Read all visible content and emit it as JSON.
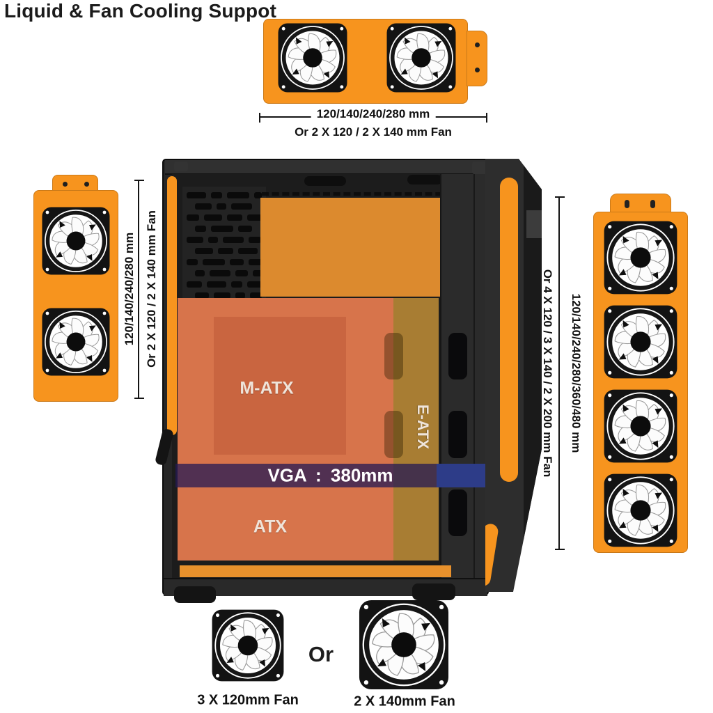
{
  "title": "Liquid & Fan Cooling Suppot",
  "top_radiator": {
    "dim_label": "120/140/240/280 mm",
    "alt_label": "Or 2 X 120 / 2 X 140 mm Fan"
  },
  "left_radiator": {
    "dim_label": "120/140/240/280 mm",
    "alt_label": "Or 2 X 120 / 2 X 140 mm Fan"
  },
  "right_radiator": {
    "dim_label": "120/140/240/280/360/480 mm",
    "alt_label": "Or 4 X 120 / 3 X 140 / 2 X 200 mm Fan"
  },
  "case_zones": {
    "m_atx": "M-ATX",
    "e_atx": "E-ATX",
    "atx": "ATX",
    "vga": "VGA : 380mm"
  },
  "bottom_fans": {
    "left_label": "3 X 120mm Fan",
    "or_label": "Or",
    "right_label": "2 X 140mm Fan"
  },
  "colors": {
    "accent_orange": "#F7941E",
    "overlay_salmon": "#D7744B",
    "overlay_matx": "#C96540",
    "overlay_eatx": "#A87D33",
    "vga_band_left": "#4A3C63",
    "vga_band_right": "#2D3C88",
    "case_dark": "#262626"
  }
}
